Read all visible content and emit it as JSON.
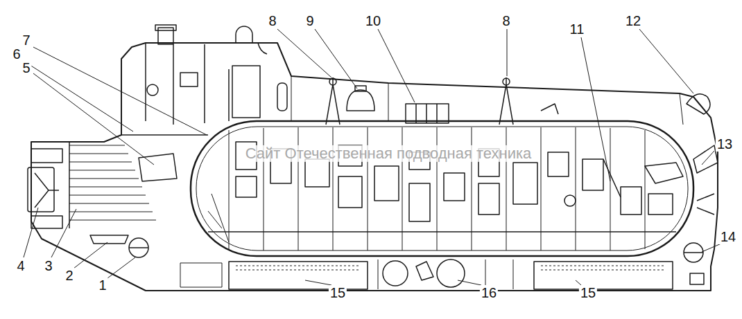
{
  "diagram": {
    "labels": [
      "8",
      "9",
      "10",
      "8",
      "11",
      "12",
      "7",
      "6",
      "5",
      "13",
      "4",
      "3",
      "2",
      "1",
      "14",
      "15",
      "16",
      "15",
      "Сайт Отечественная подводная техника"
    ]
  }
}
